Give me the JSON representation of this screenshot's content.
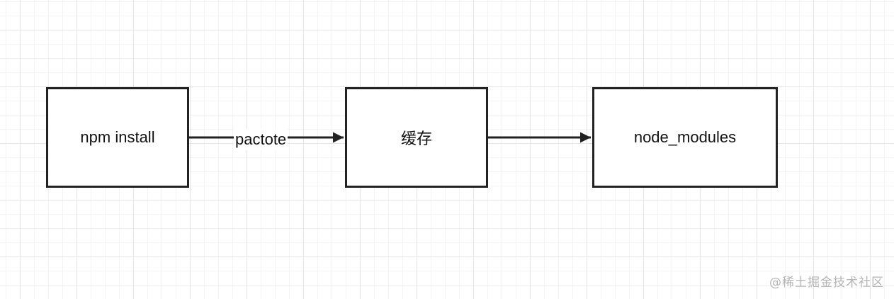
{
  "diagram": {
    "nodes": [
      {
        "id": "npm",
        "label": "npm install"
      },
      {
        "id": "cache",
        "label": "缓存"
      },
      {
        "id": "node_modules",
        "label": "node_modules"
      }
    ],
    "edges": [
      {
        "from": "npm",
        "to": "cache",
        "label": "pactote"
      },
      {
        "from": "cache",
        "to": "node_modules",
        "label": ""
      }
    ]
  },
  "watermark": "@稀土掘金技术社区",
  "colors": {
    "stroke": "#222222",
    "grid_major": "#e4e4e4",
    "grid_minor": "#f3f3f3",
    "watermark": "#b5b5b5"
  }
}
